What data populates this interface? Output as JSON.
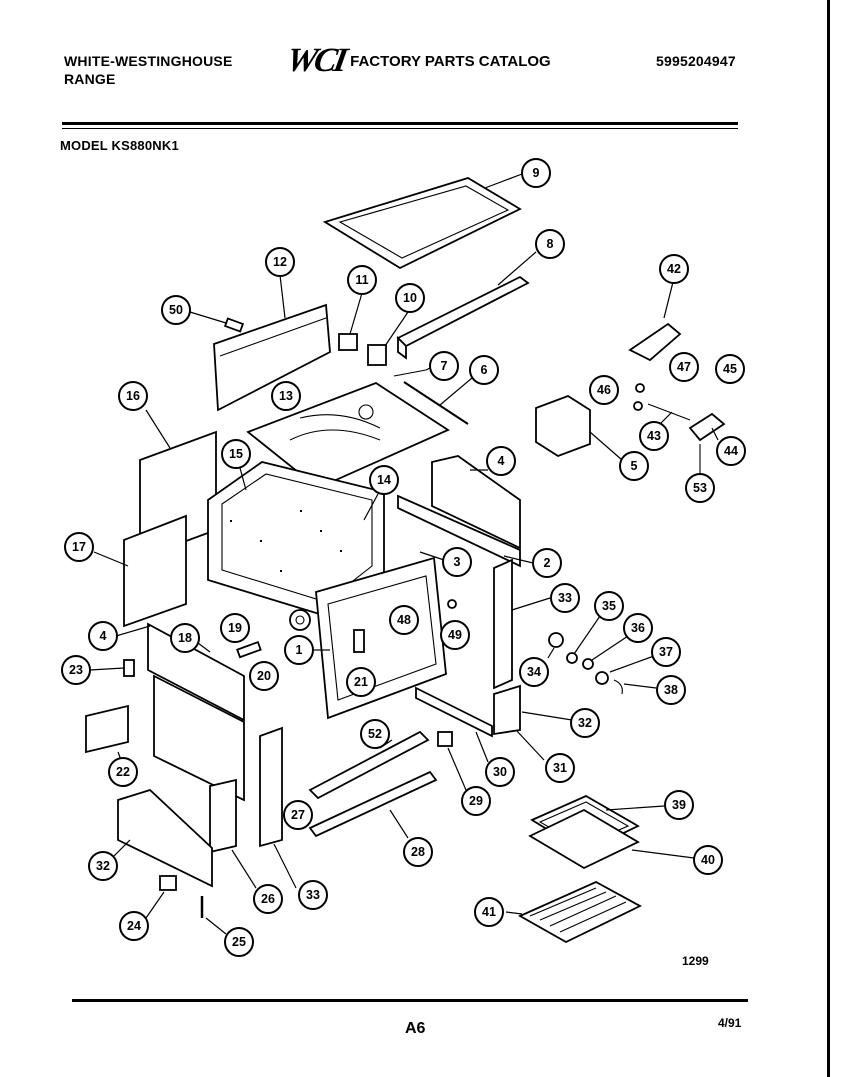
{
  "header": {
    "brand_line1": "WHITE-WESTINGHOUSE",
    "brand_line2": "RANGE",
    "logo": "WCI",
    "catalog_title": "FACTORY PARTS CATALOG",
    "catalog_number": "5995204947",
    "model": "MODEL KS880NK1"
  },
  "footer": {
    "figure_number": "1299",
    "page": "A6",
    "date": "4/91"
  },
  "callouts": [
    {
      "id": "c9",
      "label": "9"
    },
    {
      "id": "c8",
      "label": "8"
    },
    {
      "id": "c12",
      "label": "12"
    },
    {
      "id": "c11",
      "label": "11"
    },
    {
      "id": "c10",
      "label": "10"
    },
    {
      "id": "c50",
      "label": "50"
    },
    {
      "id": "c7",
      "label": "7"
    },
    {
      "id": "c6",
      "label": "6"
    },
    {
      "id": "c42",
      "label": "42"
    },
    {
      "id": "c47",
      "label": "47"
    },
    {
      "id": "c45",
      "label": "45"
    },
    {
      "id": "c46",
      "label": "46"
    },
    {
      "id": "c16",
      "label": "16"
    },
    {
      "id": "c13",
      "label": "13"
    },
    {
      "id": "c43",
      "label": "43"
    },
    {
      "id": "c44",
      "label": "44"
    },
    {
      "id": "c15",
      "label": "15"
    },
    {
      "id": "c4a",
      "label": "4"
    },
    {
      "id": "c5",
      "label": "5"
    },
    {
      "id": "c14",
      "label": "14"
    },
    {
      "id": "c53",
      "label": "53"
    },
    {
      "id": "c17",
      "label": "17"
    },
    {
      "id": "c3",
      "label": "3"
    },
    {
      "id": "c2",
      "label": "2"
    },
    {
      "id": "c33a",
      "label": "33"
    },
    {
      "id": "c35",
      "label": "35"
    },
    {
      "id": "c4b",
      "label": "4"
    },
    {
      "id": "c18",
      "label": "18"
    },
    {
      "id": "c19",
      "label": "19"
    },
    {
      "id": "c48",
      "label": "48"
    },
    {
      "id": "c49",
      "label": "49"
    },
    {
      "id": "c36",
      "label": "36"
    },
    {
      "id": "c23",
      "label": "23"
    },
    {
      "id": "c1",
      "label": "1"
    },
    {
      "id": "c20",
      "label": "20"
    },
    {
      "id": "c21",
      "label": "21"
    },
    {
      "id": "c34",
      "label": "34"
    },
    {
      "id": "c37",
      "label": "37"
    },
    {
      "id": "c38",
      "label": "38"
    },
    {
      "id": "c32a",
      "label": "32"
    },
    {
      "id": "c52",
      "label": "52"
    },
    {
      "id": "c22",
      "label": "22"
    },
    {
      "id": "c30",
      "label": "30"
    },
    {
      "id": "c31",
      "label": "31"
    },
    {
      "id": "c29",
      "label": "29"
    },
    {
      "id": "c27",
      "label": "27"
    },
    {
      "id": "c39",
      "label": "39"
    },
    {
      "id": "c32b",
      "label": "32"
    },
    {
      "id": "c28",
      "label": "28"
    },
    {
      "id": "c40",
      "label": "40"
    },
    {
      "id": "c26",
      "label": "26"
    },
    {
      "id": "c33b",
      "label": "33"
    },
    {
      "id": "c41",
      "label": "41"
    },
    {
      "id": "c24",
      "label": "24"
    },
    {
      "id": "c25",
      "label": "25"
    }
  ]
}
